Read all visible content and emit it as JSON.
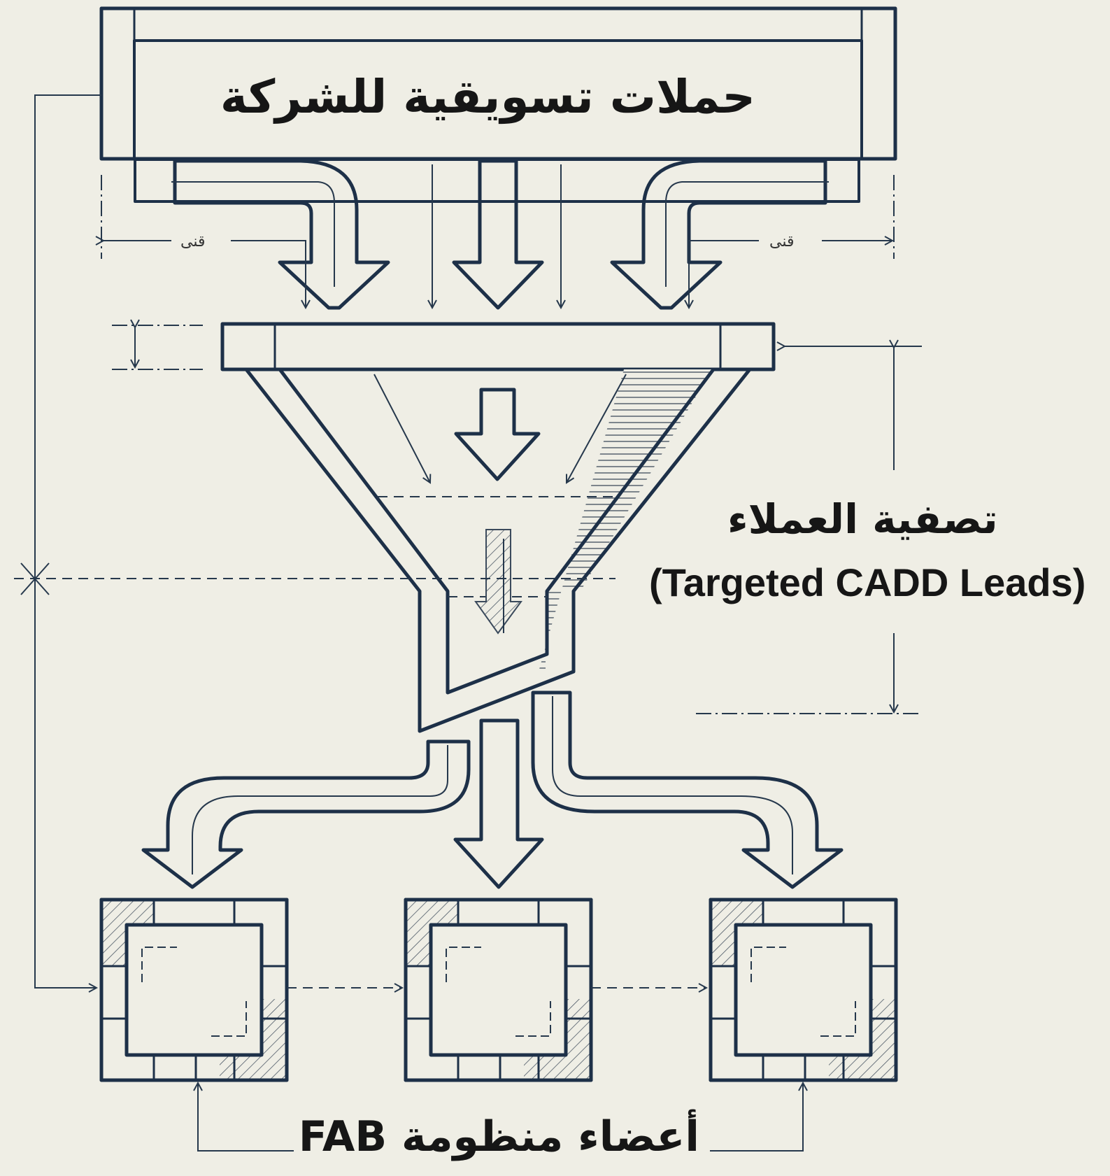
{
  "diagram": {
    "title": "حملات تسويقية للشركة",
    "filter_label_ar": "تصفية العملاء",
    "filter_label_en": "(Targeted CADD Leads)",
    "members_label": "أعضاء منظومة FAB",
    "dimension_note_left": "قنى",
    "dimension_note_right": "قنى"
  },
  "colors": {
    "background": "#efeee5",
    "line": "#1d3048",
    "title_fill": "#9fb1c6",
    "hatch": "#3a4a5c"
  }
}
